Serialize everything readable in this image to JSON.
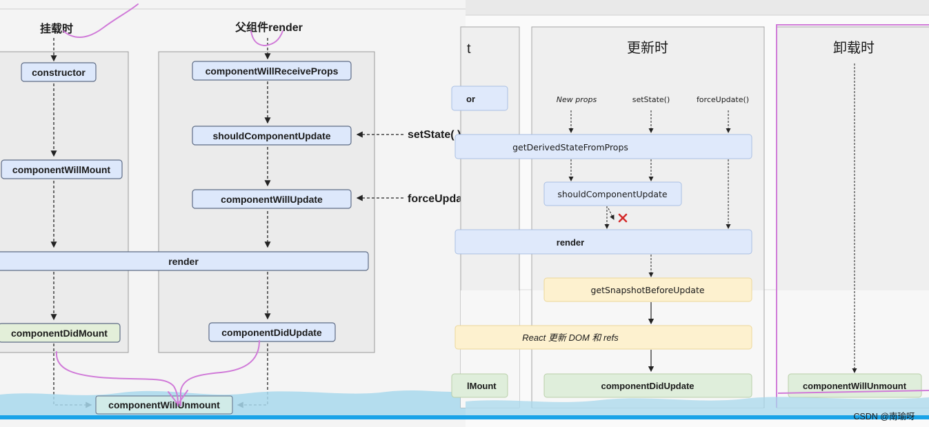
{
  "colors": {
    "old_box_fill": "#dde8fb",
    "old_box_stroke": "#5d6b85",
    "green_box_fill": "#e3efd9",
    "teal_box_fill": "#d1ebe8",
    "new_box_fill": "#dfe9fb",
    "new_box_stroke": "#a9bfe3",
    "yellow_box_fill": "#fdf1cf",
    "green_new_fill": "#dfeedb",
    "annotation_pink": "#d07ad8",
    "water_blue": "#a8d8ec",
    "bottom_bar_blue": "#1aa3e8",
    "cross_red": "#d42b2b"
  },
  "left_diagram": {
    "mount_label": "挂载时",
    "parent_render_label": "父组件render",
    "constructor": "constructor",
    "component_will_mount": "componentWillMount",
    "component_did_mount": "componentDidMount",
    "component_will_receive_props": "componentWillReceiveProps",
    "should_component_update": "shouldComponentUpdate",
    "component_will_update": "componentWillUpdate",
    "component_did_update": "componentDidUpdate",
    "render": "render",
    "set_state": "setState( )",
    "force_update": "forceUpdat",
    "component_will_unmount": "componentWillUnmount"
  },
  "right_diagram": {
    "mount_header_tail": "t",
    "update_header": "更新时",
    "unmount_header": "卸载时",
    "constructor_tail": "or",
    "new_props": "New props",
    "set_state": "setState()",
    "force_update": "forceUpdate()",
    "get_derived_state": "getDerivedStateFromProps",
    "should_component_update": "shouldComponentUpdate",
    "render": "render",
    "get_snapshot": "getSnapshotBeforeUpdate",
    "react_update_dom": "React 更新 DOM 和 refs",
    "did_mount_tail": "lMount",
    "component_did_update": "componentDidUpdate",
    "component_will_unmount": "componentWillUnmount"
  },
  "watermark": "CSDN @南瑜呀"
}
